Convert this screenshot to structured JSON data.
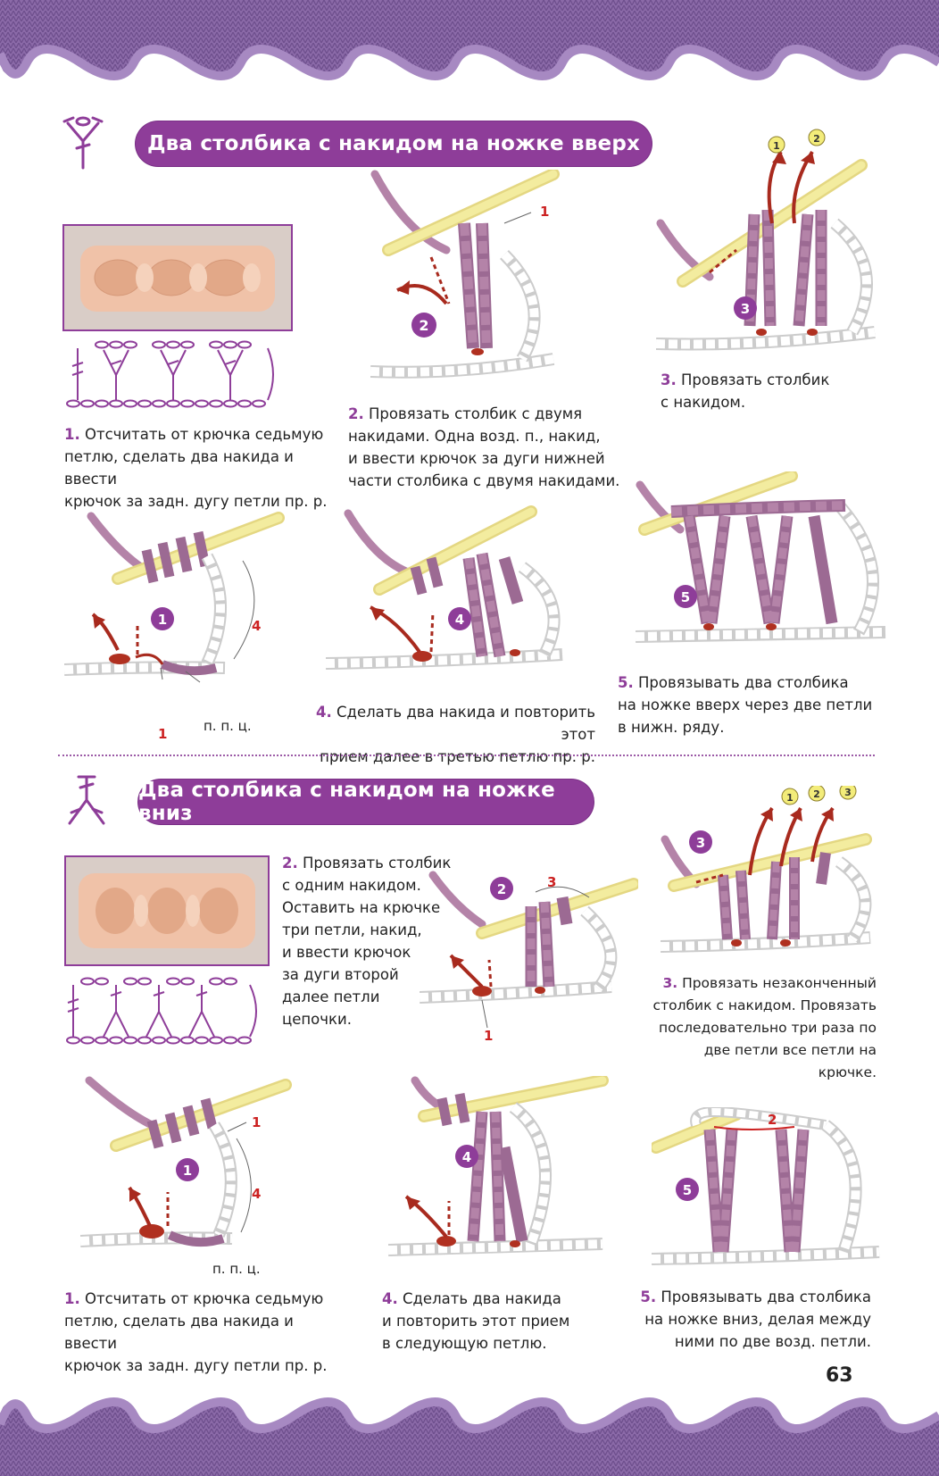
{
  "colors": {
    "purple": "#8e3d99",
    "yarn": "#b483a8",
    "hook": "#f0e89a",
    "arrow": "#a82a1e"
  },
  "section1": {
    "title": "Два столбика с накидом на ножке вверх",
    "step1": {
      "num": "1.",
      "text_lines": [
        "Отсчитать от крючка седьмую",
        "петлю, сделать два накида и ввести",
        "крючок за задн. дугу петли пр. р."
      ]
    },
    "step2": {
      "num": "2.",
      "text_lines": [
        "Провязать столбик с двумя",
        "накидами. Одна возд. п., накид,",
        "и ввести крючок за дуги нижней",
        "части столбика с двумя накидами."
      ]
    },
    "step3": {
      "num": "3.",
      "text_lines": [
        "Провязать столбик",
        "с накидом."
      ]
    },
    "step4": {
      "num": "4.",
      "text_lines": [
        "Сделать два накида и повторить этот",
        "прием далее в третью петлю пр. р."
      ]
    },
    "step5": {
      "num": "5.",
      "text_lines": [
        "Провязывать два столбика",
        "на ножке вверх через две петли",
        "в нижн. ряду."
      ]
    },
    "labels": {
      "ppc": "п. п. ц.",
      "one": "1",
      "four": "4",
      "c1": "1",
      "c2": "2",
      "c3": "3",
      "c4": "4",
      "c5": "5",
      "e1": "1",
      "e2": "2"
    }
  },
  "section2": {
    "title": "Два столбика с накидом на ножке вниз",
    "step1": {
      "num": "1.",
      "text_lines": [
        "Отсчитать от крючка седьмую",
        "петлю, сделать два накида и ввести",
        "крючок за задн. дугу петли пр. р."
      ]
    },
    "step2": {
      "num": "2.",
      "text_lines": [
        "Провязать столбик",
        "с одним накидом.",
        "Оставить на крючке",
        "три петли, накид,",
        "и ввести крючок",
        "за дуги второй",
        "далее петли",
        "цепочки."
      ]
    },
    "step3": {
      "num": "3.",
      "text_lines": [
        "Провязать незаконченный",
        "столбик с накидом. Провязать",
        "последовательно три раза по",
        "две петли все петли на крючке."
      ]
    },
    "step4": {
      "num": "4.",
      "text_lines": [
        "Сделать два накида",
        "и повторить этот прием",
        "в следующую петлю."
      ]
    },
    "step5": {
      "num": "5.",
      "text_lines": [
        "Провязывать два столбика",
        "на ножке вниз, делая между",
        "ними по две возд. петли."
      ]
    },
    "labels": {
      "ppc": "п. п. ц.",
      "one": "1",
      "four": "4",
      "three": "3",
      "two": "2",
      "c1": "1",
      "c2": "2",
      "c3": "3",
      "c4": "4",
      "c5": "5",
      "e1": "1",
      "e2": "2",
      "e3": "3"
    }
  },
  "page_number": "63"
}
